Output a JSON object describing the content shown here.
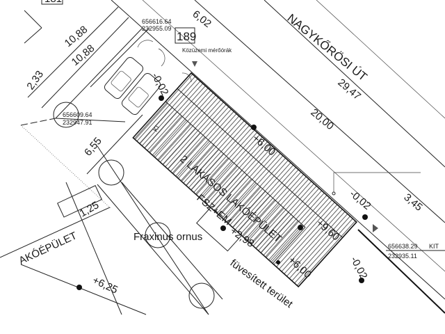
{
  "plot_number_top": "181",
  "plot_number": "189",
  "street_name": "NAGYKŐRÖSI ÚT",
  "utility_label": "Közüzemi mérőórák",
  "building": {
    "title": "2 LAKÁSOS LAKÓÉPÜLET",
    "floors": "FSZ+EM"
  },
  "neighbor_building": "AKÓÉPÜLET",
  "tree_species": "Fraxinus ornus",
  "lawn_label": "füvesített terület",
  "room_mark": "KI",
  "neighbor_mark": "KIT",
  "coordinates": [
    {
      "x": "656616.64",
      "y": "232955.09"
    },
    {
      "x": "656609.64",
      "y": "232947.91"
    },
    {
      "x": "656638.29",
      "y": "232935.11"
    }
  ],
  "dimensions": {
    "d1": "10,88",
    "d2": "10,88",
    "d3": "2,33",
    "d4": "6,02",
    "d5": "6,55",
    "d6": "29,47",
    "d7": "20,00",
    "d8": "3,45",
    "d9": "1,25"
  },
  "levels": {
    "l1": "-0,02",
    "l2": "+6,00",
    "l3": "-0,02",
    "l4": "+9,60",
    "l5": "+2,98",
    "l6": "+6,00",
    "l7": "-0,02",
    "l8": "+6,25"
  }
}
